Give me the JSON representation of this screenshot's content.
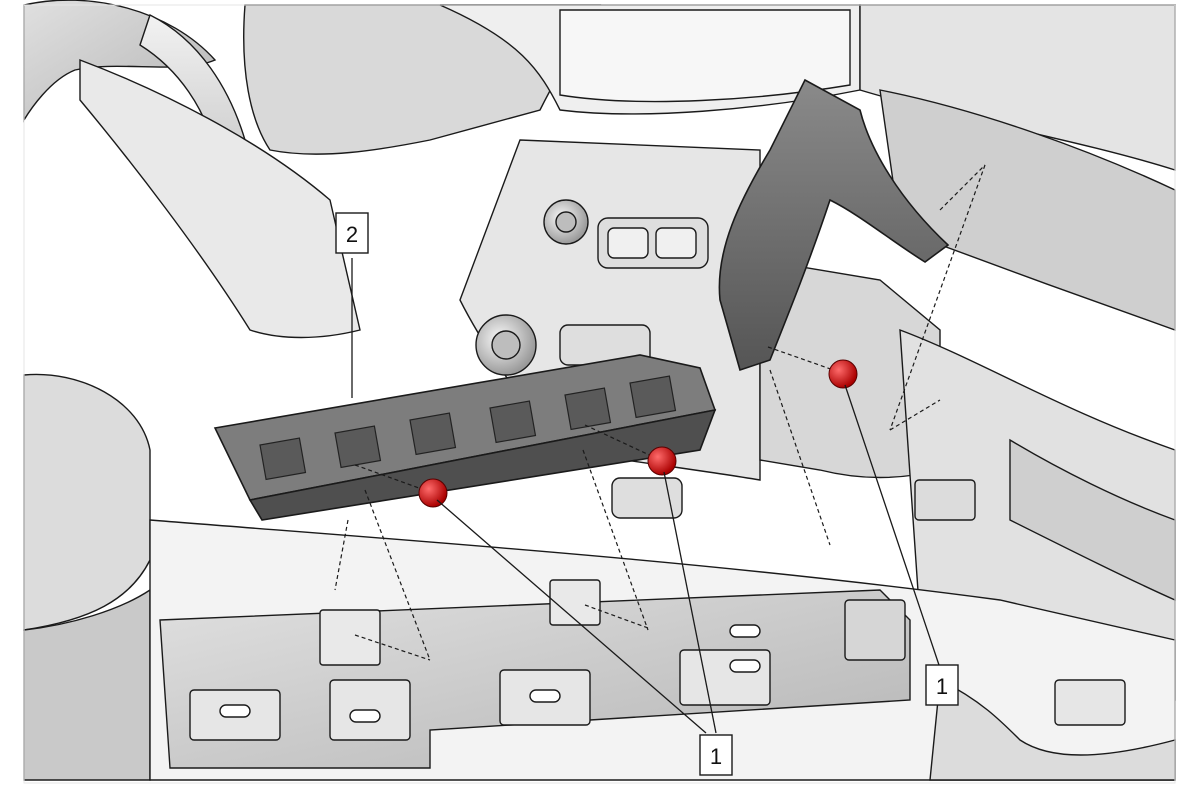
{
  "diagram": {
    "callouts": [
      {
        "id": "fastener-right",
        "label": "1"
      },
      {
        "id": "fastener-bottom",
        "label": "1"
      },
      {
        "id": "trim-panel",
        "label": "2"
      }
    ],
    "colors": {
      "fastener": "#d11a1a",
      "panel": "#6e6e6e",
      "outline": "#1a1a1a",
      "background": "#ffffff"
    }
  }
}
